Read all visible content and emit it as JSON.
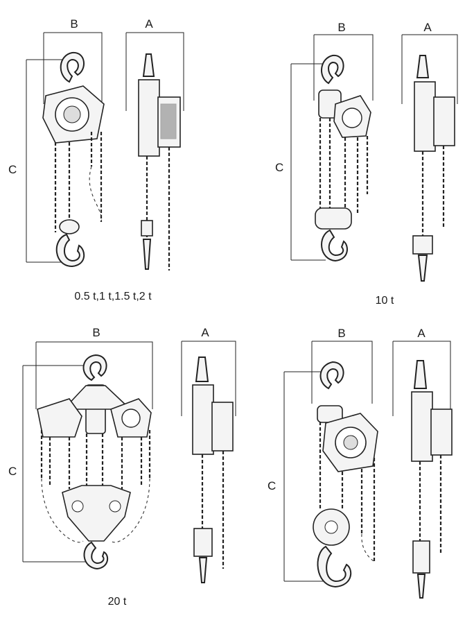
{
  "diagrams": [
    {
      "id": "hoist-small",
      "caption": "0.5 t,1 t,1.5 t,2 t",
      "labels": {
        "b": "B",
        "a": "A",
        "c": "C"
      }
    },
    {
      "id": "hoist-10t",
      "caption": "10 t",
      "labels": {
        "b": "B",
        "a": "A",
        "c": "C"
      }
    },
    {
      "id": "hoist-20t",
      "caption": "20 t",
      "labels": {
        "b": "B",
        "a": "A",
        "c": "C"
      }
    },
    {
      "id": "hoist-other",
      "caption": "",
      "labels": {
        "b": "B",
        "a": "A",
        "c": "C"
      }
    }
  ]
}
